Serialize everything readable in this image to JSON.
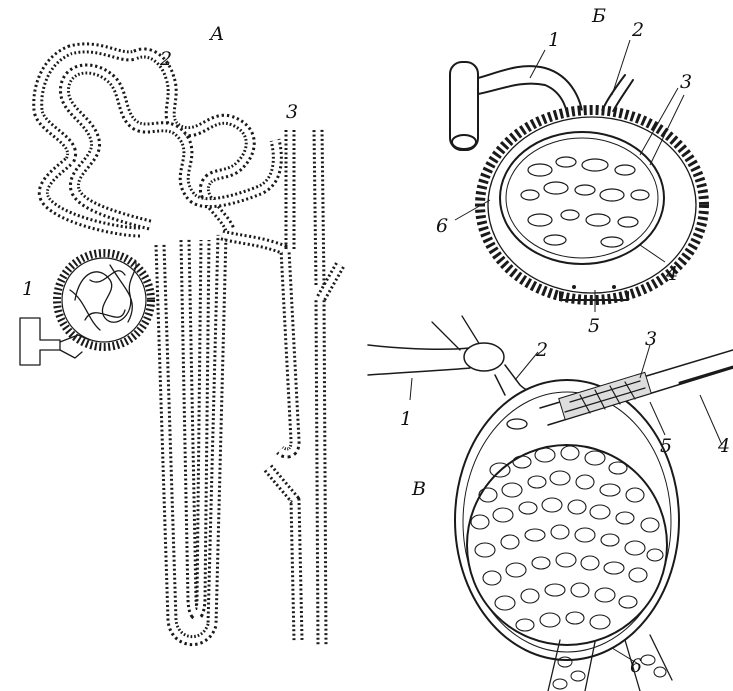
{
  "panels": {
    "a": {
      "letter": "А",
      "labels": [
        "1",
        "2",
        "3"
      ]
    },
    "b": {
      "letter": "Б",
      "labels": [
        "1",
        "2",
        "3",
        "4",
        "5",
        "6"
      ]
    },
    "c": {
      "letter": "В",
      "labels": [
        "1",
        "2",
        "3",
        "4",
        "5",
        "6"
      ]
    }
  }
}
